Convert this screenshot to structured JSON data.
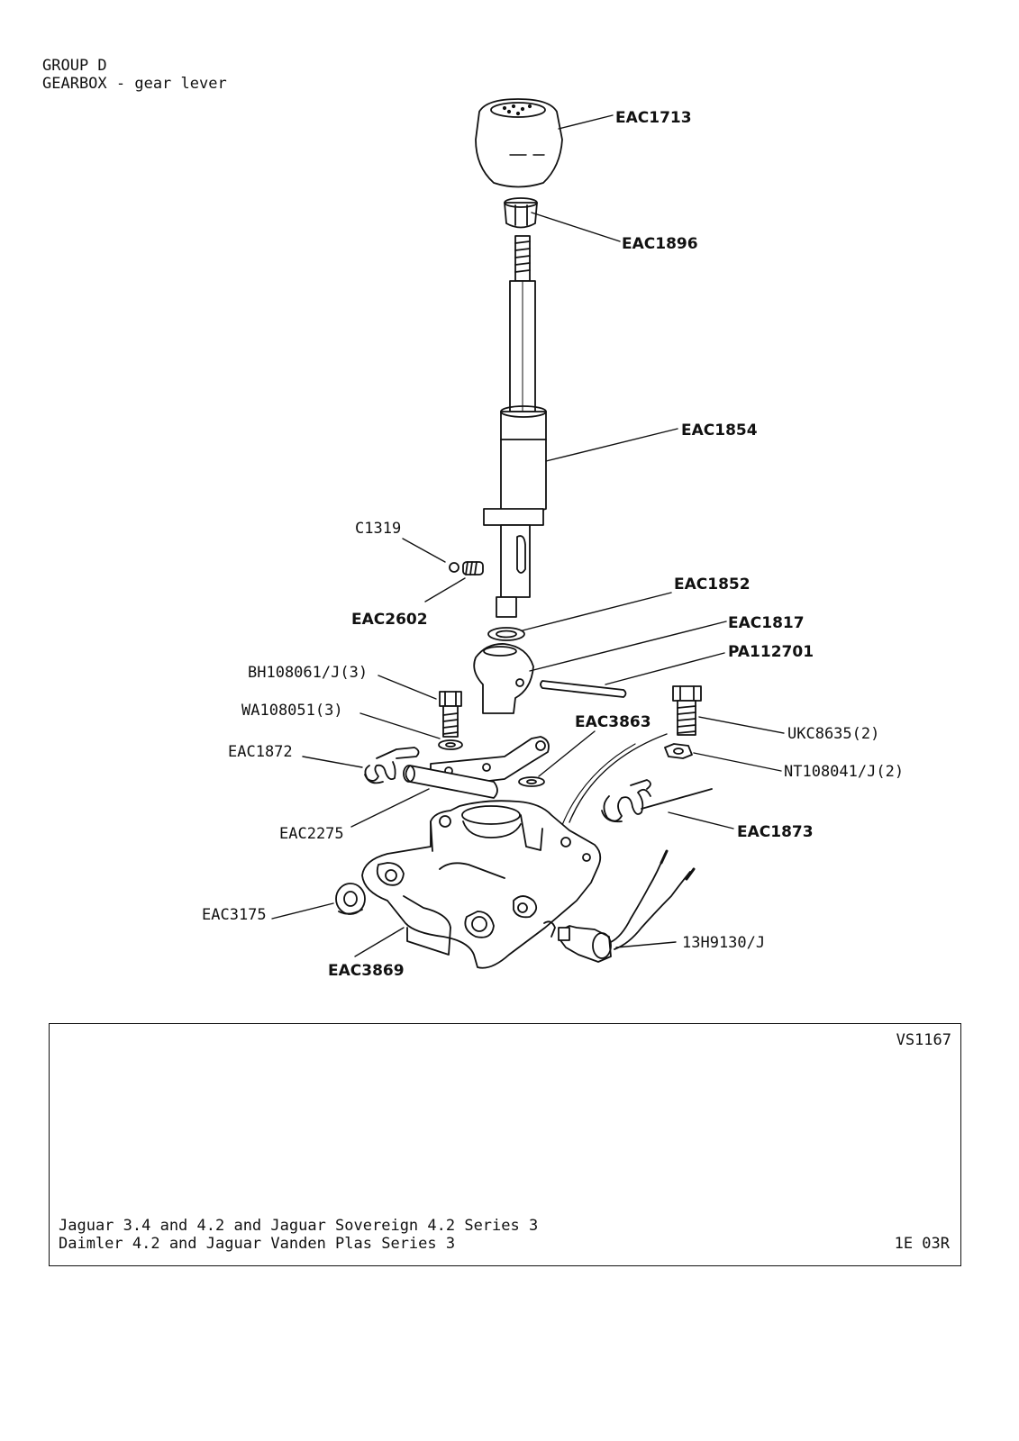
{
  "header": {
    "group": "GROUP D",
    "title": "GEARBOX - gear lever"
  },
  "parts": [
    {
      "id": "knob",
      "label": "EAC1713",
      "weight": "bold"
    },
    {
      "id": "locknut",
      "label": "EAC1896",
      "weight": "bold"
    },
    {
      "id": "lever",
      "label": "EAC1854",
      "weight": "bold"
    },
    {
      "id": "ball",
      "label": "C1319",
      "weight": "normal"
    },
    {
      "id": "screw",
      "label": "EAC2602",
      "weight": "bold"
    },
    {
      "id": "washer",
      "label": "EAC1852",
      "weight": "bold"
    },
    {
      "id": "spherical",
      "label": "EAC1817",
      "weight": "bold"
    },
    {
      "id": "pin",
      "label": "PA112701",
      "weight": "bold"
    },
    {
      "id": "bolt-left",
      "label": "BH108061/J(3)",
      "weight": "normal"
    },
    {
      "id": "washer-left",
      "label": "WA108051(3)",
      "weight": "normal"
    },
    {
      "id": "spring-left",
      "label": "EAC1872",
      "weight": "normal"
    },
    {
      "id": "plate-washer",
      "label": "EAC3863",
      "weight": "bold"
    },
    {
      "id": "bolt-right",
      "label": "UKC8635(2)",
      "weight": "normal"
    },
    {
      "id": "nut-right",
      "label": "NT108041/J(2)",
      "weight": "normal"
    },
    {
      "id": "rod",
      "label": "EAC2275",
      "weight": "normal"
    },
    {
      "id": "spring-right",
      "label": "EAC1873",
      "weight": "bold"
    },
    {
      "id": "bush",
      "label": "EAC3175",
      "weight": "normal"
    },
    {
      "id": "housing",
      "label": "EAC3869",
      "weight": "bold"
    },
    {
      "id": "switch",
      "label": "13H9130/J",
      "weight": "normal"
    }
  ],
  "info": {
    "ref": "VS1167",
    "models_line1": "Jaguar 3.4 and 4.2 and Jaguar Sovereign 4.2 Series 3",
    "models_line2": "Daimler 4.2 and Jaguar Vanden Plas Series 3",
    "page": "1E 03R"
  }
}
